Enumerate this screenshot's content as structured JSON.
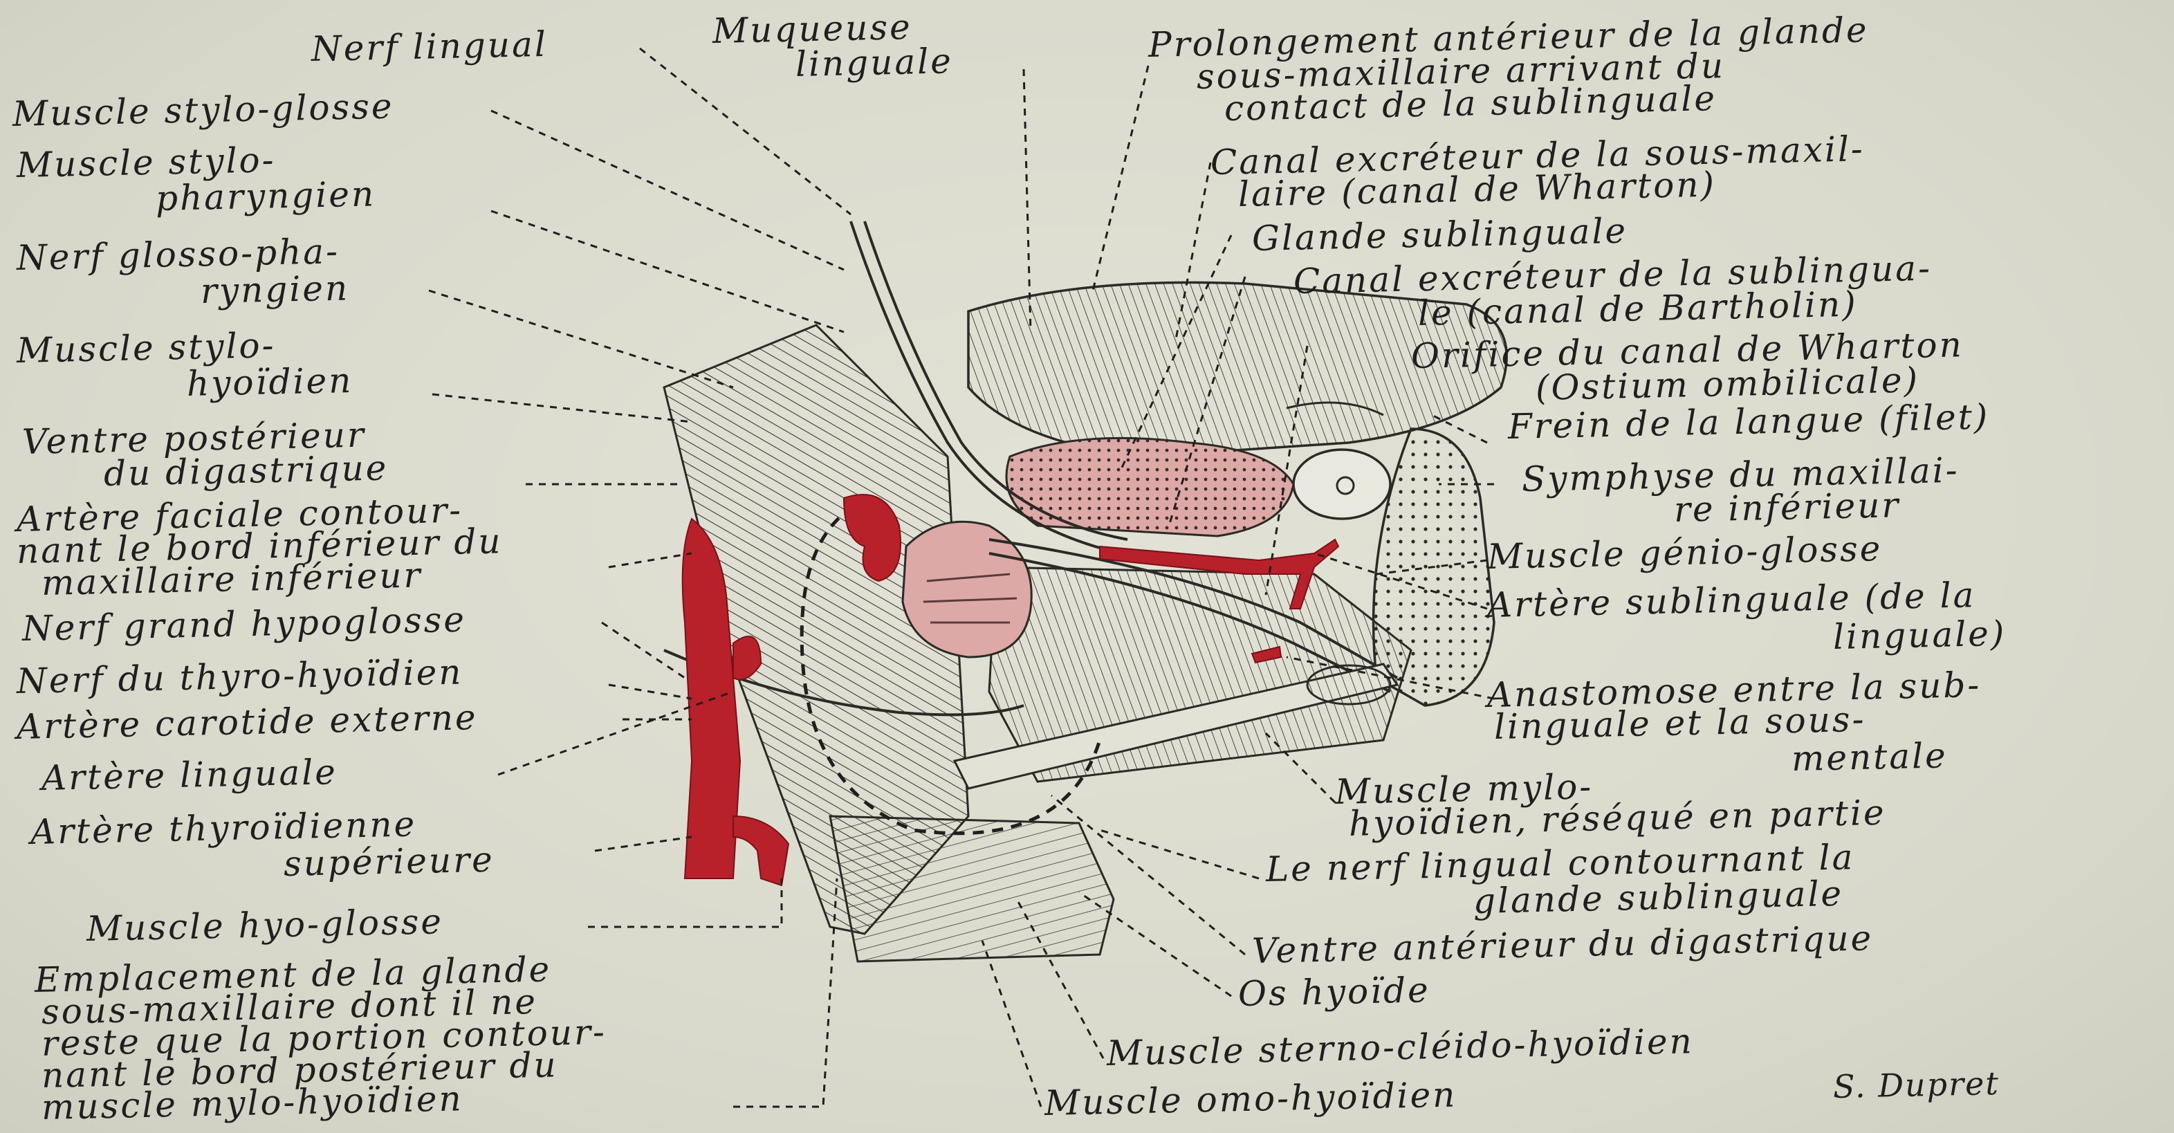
{
  "labels": {
    "nerf_lingual": "Nerf lingual",
    "muqueuse_l1": "Muqueuse",
    "muqueuse_l2": "linguale",
    "prolong_l1": "Prolongement antérieur de la glande",
    "prolong_l2": "sous-maxillaire arrivant du",
    "prolong_l3": "contact de la sublinguale",
    "stylo_glosse": "Muscle stylo-glosse",
    "stylo_phar_l1": "Muscle stylo-",
    "stylo_phar_l2": "pharyngien",
    "glosso_l1": "Nerf glosso-pha-",
    "glosso_l2": "ryngien",
    "stylo_hyo_l1": "Muscle stylo-",
    "stylo_hyo_l2": "hyoïdien",
    "ventre_post_l1": "Ventre postérieur",
    "ventre_post_l2": "du digastrique",
    "faciale_l1": "Artère faciale contour-",
    "faciale_l2": "nant le bord inférieur du",
    "faciale_l3": "maxillaire inférieur",
    "hypoglosse": "Nerf grand hypoglosse",
    "thyro_hyo": "Nerf du thyro-hyoïdien",
    "carotide": "Artère carotide externe",
    "linguale": "Artère linguale",
    "thyroid_l1": "Artère thyroïdienne",
    "thyroid_l2": "supérieure",
    "hyo_glosse": "Muscle hyo-glosse",
    "empl_l1": "Emplacement de la glande",
    "empl_l2": "sous-maxillaire dont il ne",
    "empl_l3": "reste que la portion contour-",
    "empl_l4": "nant le bord postérieur du",
    "empl_l5": "muscle mylo-hyoïdien",
    "wharton_l1": "Canal excréteur de la sous-maxil-",
    "wharton_l2": "laire (canal de Wharton)",
    "sublinguale": "Glande sublinguale",
    "bartholin_l1": "Canal excréteur de la sublingua-",
    "bartholin_l2": "le (canal de Bartholin)",
    "orifice_l1": "Orifice du canal de Wharton",
    "orifice_l2": "(Ostium ombilicale)",
    "frein": "Frein de la langue (filet)",
    "symphyse_l1": "Symphyse du maxillai-",
    "symphyse_l2": "re inférieur",
    "genio": "Muscle génio-glosse",
    "art_sub_l1": "Artère sublinguale (de la",
    "art_sub_l2": "linguale)",
    "anasto_l1": "Anastomose entre la sub-",
    "anasto_l2": "linguale et la sous-",
    "anasto_l3": "mentale",
    "mylo_l1": "Muscle mylo-",
    "mylo_l2": "hyoïdien, réséqué en partie",
    "nerf_contour_l1": "Le nerf lingual contournant la",
    "nerf_contour_l2": "glande sublinguale",
    "ventre_ant": "Ventre antérieur du digastrique",
    "os_hyoide": "Os hyoïde",
    "sterno": "Muscle sterno-cléido-hyoïdien",
    "omo": "Muscle omo-hyoïdien",
    "signature": "S. Dupret"
  },
  "colors": {
    "background": "#dcdcd0",
    "ink": "#1f1f1f",
    "artery_red": "#b8202a",
    "gland_pink": "#dca9a6"
  }
}
